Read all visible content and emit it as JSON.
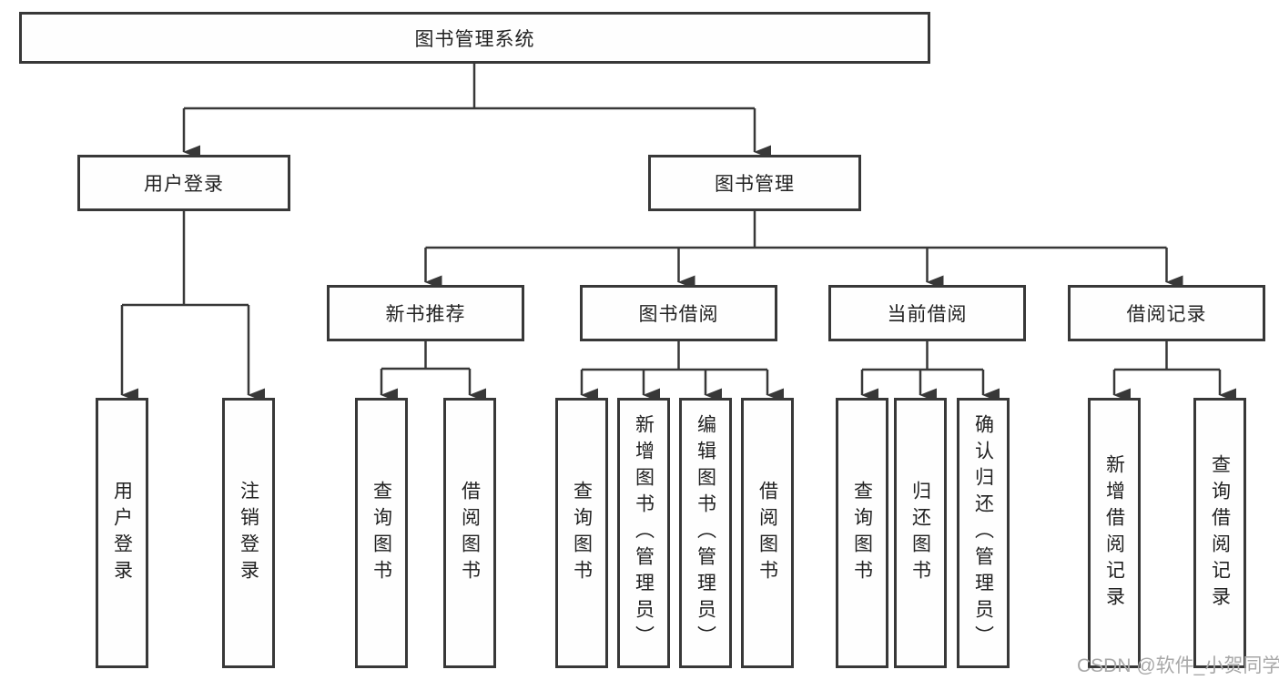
{
  "diagram": {
    "root": {
      "label": "图书管理系统"
    },
    "level2": [
      {
        "label": "用户登录"
      },
      {
        "label": "图书管理"
      }
    ],
    "level3": [
      {
        "label": "新书推荐"
      },
      {
        "label": "图书借阅"
      },
      {
        "label": "当前借阅"
      },
      {
        "label": "借阅记录"
      }
    ],
    "leaves": {
      "user": [
        "用户登录",
        "注销登录"
      ],
      "newbook": [
        "查询图书",
        "借阅图书"
      ],
      "borrow": [
        "查询图书",
        "新增图书（管理员）",
        "编辑图书（管理员）",
        "借阅图书"
      ],
      "current": [
        "查询图书",
        "归还图书",
        "确认归还（管理员）"
      ],
      "records": [
        "新增借阅记录",
        "查询借阅记录"
      ]
    }
  },
  "watermark": {
    "text": "CSDN @软件_小贺同学"
  },
  "colors": {
    "line": "#383838",
    "text": "#222222",
    "watermark": "#a8a8a8",
    "background": "#ffffff"
  }
}
